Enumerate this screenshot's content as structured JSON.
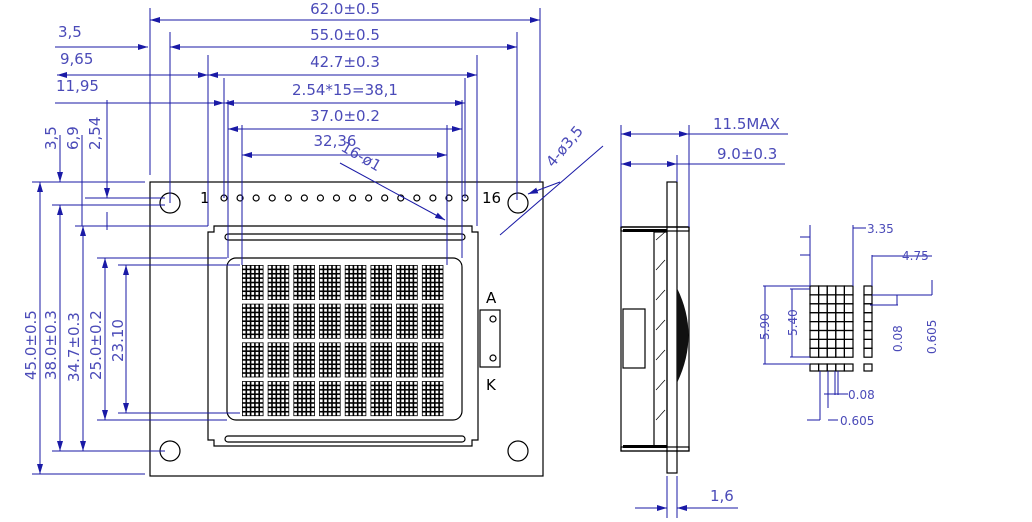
{
  "top_dims": {
    "overall_width": "62.0±0.5",
    "hole_pitch": "55.0±0.5",
    "bezel_width": "42.7±0.3",
    "pin_span": "2.54*15=38,1",
    "view_area_width": "37.0±0.2",
    "active_area_width": "32,36"
  },
  "left_offsets": {
    "hole_offset": "3,5",
    "bezel_offset": "9,65",
    "pin1_offset": "11,95"
  },
  "vertical_offsets": {
    "hole_offset": "3,5",
    "bezel_offset": "6,9",
    "pin_offset": "2,54"
  },
  "side_dims": {
    "overall_height": "45.0±0.5",
    "hole_pitch": "38.0±0.3",
    "bezel_height": "34.7±0.3",
    "view_area_height": "25.0±0.2",
    "active_area_height": "23.10"
  },
  "callouts": {
    "pin_holes": "16-ø1",
    "mount_holes": "4-ø3,5"
  },
  "pins": {
    "first": "1",
    "last": "16",
    "count": 16
  },
  "backlight": {
    "anode": "A",
    "cathode": "K"
  },
  "profile": {
    "max_thickness": "11.5MAX",
    "thickness": "9.0±0.3",
    "pcb_thickness": "1,6"
  },
  "dot_detail": {
    "char_width": "3.35",
    "pitch": "4.75",
    "char_height": "5.90",
    "dot_rows_height": "5.40",
    "gap_v": "0.08",
    "dot_pitch_v": "0.605",
    "gap_h": "0.08",
    "dot_pitch_h": "0.605"
  },
  "matrix": {
    "columns": 8,
    "rows": 4
  },
  "colors": {
    "dimension": "#1a1aa6",
    "outline": "#000000"
  }
}
